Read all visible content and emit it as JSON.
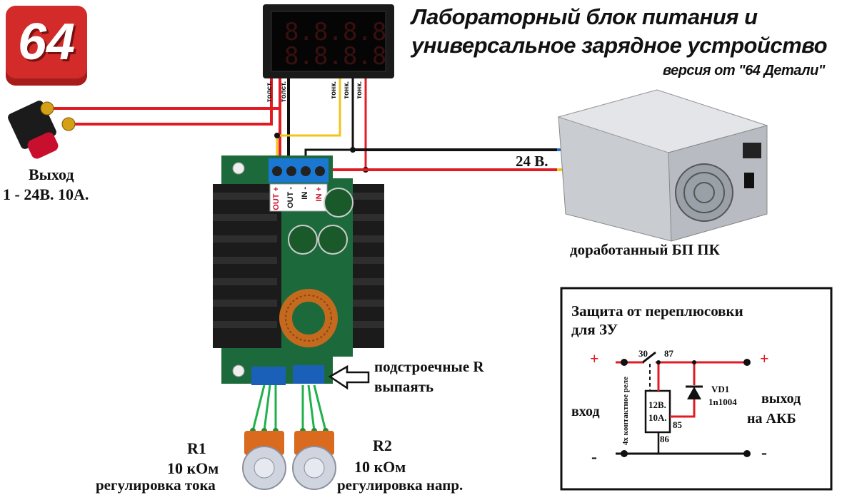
{
  "logo": {
    "text": "64"
  },
  "title": {
    "line1": "Лабораторный блок питания и",
    "line2": "универсальное зарядное устройство",
    "version": "версия от \"64 Детали\""
  },
  "display": {
    "wire_labels": [
      "толст.",
      "толст.",
      "тонк.",
      "тонк.",
      "тонк."
    ]
  },
  "output": {
    "label": "Выход",
    "spec": "1 - 24В. 10А."
  },
  "psu": {
    "voltage": "24 В.",
    "caption": "доработанный БП ПК"
  },
  "module": {
    "terminals": [
      "OUT +",
      "OUT -",
      "IN -",
      "IN +"
    ],
    "trimmers_note_line1": "подстроечные R",
    "trimmers_note_line2": "выпаять"
  },
  "resistors": {
    "r1": {
      "name": "R1",
      "value": "10 кОм",
      "purpose": "регулировка тока"
    },
    "r2": {
      "name": "R2",
      "value": "10 кОм",
      "purpose": "регулировка напр."
    }
  },
  "protection": {
    "title_line1": "Защита от переплюсовки",
    "title_line2": "для ЗУ",
    "plus": "+",
    "minus": "-",
    "pin30": "30",
    "pin87": "87",
    "pin85": "85",
    "pin86": "86",
    "relay_line1": "12В.",
    "relay_line2": "10А.",
    "relay_vertical": "4х контактное реле",
    "diode_line1": "VD1",
    "diode_line2": "1n1004",
    "input": "вход",
    "output_line1": "выход",
    "output_line2": "на АКБ"
  },
  "colors": {
    "red_wire": "#e01b24",
    "black_wire": "#111111",
    "yellow_wire": "#f0c419",
    "blue_wire": "#1e6fd9",
    "green_wire": "#1fb24a",
    "logo_red": "#d32a2a"
  }
}
